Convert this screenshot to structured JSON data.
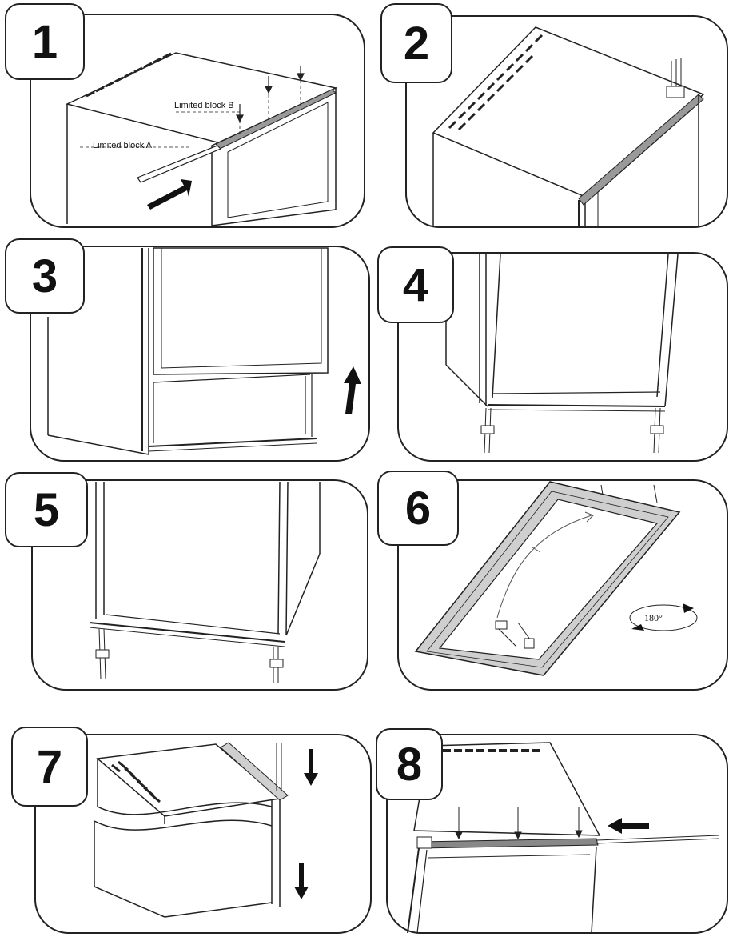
{
  "steps": [
    {
      "number": "1"
    },
    {
      "number": "2"
    },
    {
      "number": "3"
    },
    {
      "number": "4"
    },
    {
      "number": "5"
    },
    {
      "number": "6"
    },
    {
      "number": "7"
    },
    {
      "number": "8"
    }
  ],
  "labels": {
    "limited_block_b": "Limited block B",
    "limited_block_a": "Limited block A",
    "rotation": "180°"
  },
  "colors": {
    "line": "#222222",
    "frame_fill": "#cfcfcf",
    "panel_bg": "#ffffff"
  }
}
